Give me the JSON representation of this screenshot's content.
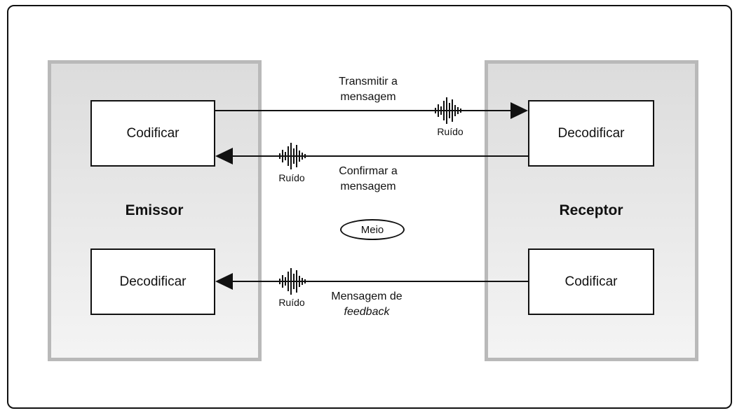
{
  "sender": {
    "title": "Emissor",
    "encode_label": "Codificar",
    "decode_label": "Decodificar"
  },
  "receiver": {
    "title": "Receptor",
    "decode_label": "Decodificar",
    "encode_label": "Codificar"
  },
  "arrows": {
    "transmit": {
      "line1": "Transmitir a",
      "line2": "mensagem"
    },
    "confirm": {
      "line1": "Confirmar a",
      "line2": "mensagem"
    },
    "feedback": {
      "line1": "Mensagem de",
      "line2": "feedback"
    }
  },
  "noise_label": "Ruído",
  "medium_label": "Meio",
  "colors": {
    "panel_fill": "#e6e6e6",
    "panel_border": "#b9b9b9",
    "line": "#111111"
  }
}
